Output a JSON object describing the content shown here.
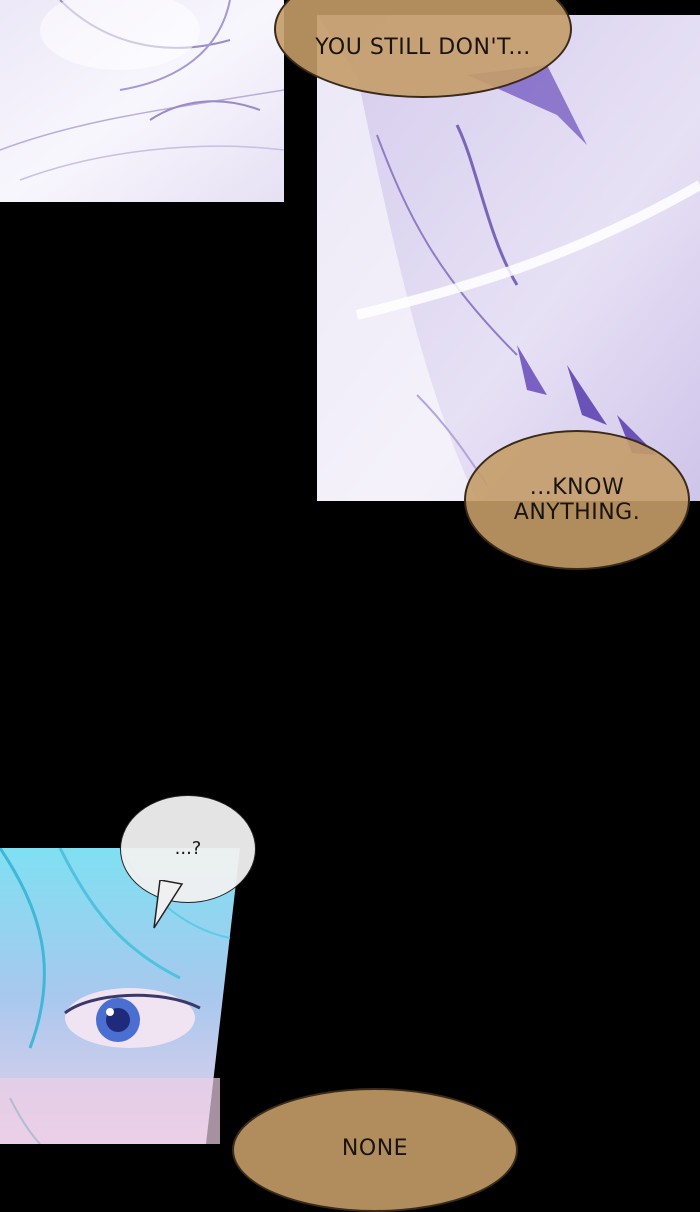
{
  "bubbles": {
    "top": "YOU STILL DON'T...",
    "middle": "...KNOW\nANYTHING.",
    "speech": "...?",
    "bottom": "NONE"
  },
  "colors": {
    "background": "#000000",
    "caption_bubble": "#c49c68",
    "speech_bubble": "#f0f0f0",
    "panel_lavender": "#d9d0ee",
    "hair_cyan": "#6fd6ec"
  }
}
